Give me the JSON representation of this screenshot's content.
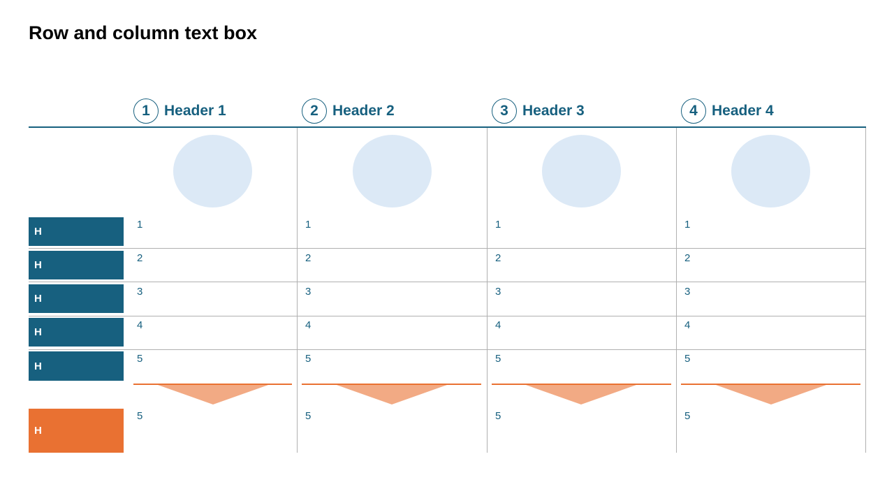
{
  "slide": {
    "title": "Row and column text box"
  },
  "colors": {
    "primary": "#17607f",
    "accent": "#e97132",
    "accent_light": "#f2aa84",
    "placeholder_circle": "#dce9f6",
    "grid": "#b0b0b0"
  },
  "columns": [
    {
      "number": "1",
      "label": "Header 1"
    },
    {
      "number": "2",
      "label": "Header 2"
    },
    {
      "number": "3",
      "label": "Header 3"
    },
    {
      "number": "4",
      "label": "Header 4"
    }
  ],
  "rows": [
    {
      "header": "H",
      "cells": [
        "1",
        "1",
        "1",
        "1"
      ]
    },
    {
      "header": "H",
      "cells": [
        "2",
        "2",
        "2",
        "2"
      ]
    },
    {
      "header": "H",
      "cells": [
        "3",
        "3",
        "3",
        "3"
      ]
    },
    {
      "header": "H",
      "cells": [
        "4",
        "4",
        "4",
        "4"
      ]
    },
    {
      "header": "H",
      "cells": [
        "5",
        "5",
        "5",
        "5"
      ]
    }
  ],
  "summary_row": {
    "header": "H",
    "cells": [
      "5",
      "5",
      "5",
      "5"
    ]
  }
}
